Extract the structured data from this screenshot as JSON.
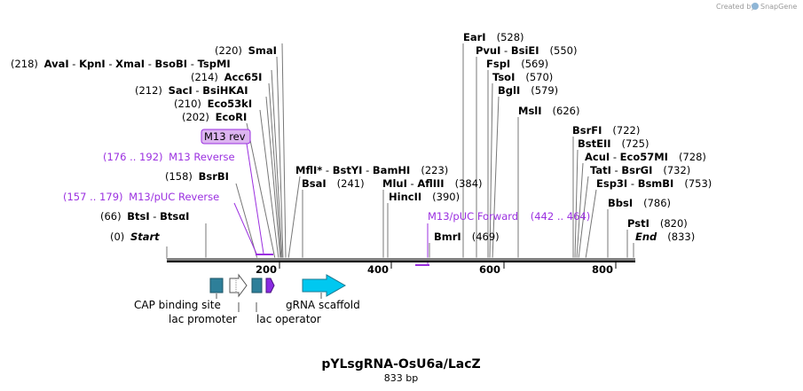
{
  "credit": {
    "prefix": "Created by",
    "brand": "SnapGene"
  },
  "title": "pYLsgRNA-OsU6a/LacZ",
  "subtitle": "833 bp",
  "ruler": {
    "ticks": [
      "200",
      "400",
      "600",
      "800"
    ]
  },
  "sites": {
    "end": {
      "name": "End",
      "pos": "(833)"
    },
    "pstI": {
      "name": "PstI",
      "pos": "(820)"
    },
    "bbsI": {
      "name": "BbsI",
      "pos": "(786)"
    },
    "esp3I": {
      "name": "Esp3I",
      "pos": "(753)",
      "alt": "BsmBI"
    },
    "tatI": {
      "name": "TatI",
      "alt": "BsrGI",
      "pos": "(732)"
    },
    "acuI": {
      "name": "AcuI",
      "alt": "Eco57MI",
      "pos": "(728)"
    },
    "bstEII": {
      "name": "BstEII",
      "pos": "(725)"
    },
    "bsrFI": {
      "name": "BsrFI",
      "pos": "(722)"
    },
    "mslI": {
      "name": "MslI",
      "pos": "(626)"
    },
    "bglI": {
      "name": "BglI",
      "pos": "(579)"
    },
    "tsoI": {
      "name": "TsoI",
      "pos": "(570)"
    },
    "fspI": {
      "name": "FspI",
      "pos": "(569)"
    },
    "pvuI": {
      "name": "PvuI",
      "alt": "BsiEI",
      "pos": "(550)"
    },
    "earI": {
      "name": "EarI",
      "pos": "(528)"
    },
    "bmrI": {
      "name": "BmrI",
      "pos": "(469)"
    },
    "hincII": {
      "name": "HincII",
      "pos": "(390)"
    },
    "mluI": {
      "name": "MluI",
      "alt": "AflIII",
      "pos": "(384)"
    },
    "mflI": {
      "name": "MflI",
      "star": "*",
      "alt1": "BstYI",
      "alt2": "BamHI",
      "pos": "(223)"
    },
    "bsaI": {
      "name": "BsaI",
      "pos": "(241)"
    },
    "smaI": {
      "name": "SmaI",
      "pos": "(220)"
    },
    "avaI": {
      "pos": "(218)",
      "name": "AvaI",
      "alt1": "KpnI",
      "alt2": "XmaI",
      "alt3": "BsoBI",
      "alt4": "TspMI"
    },
    "acc65I": {
      "pos": "(214)",
      "name": "Acc65I"
    },
    "sacI": {
      "pos": "(212)",
      "name": "SacI",
      "alt": "BsiHKAI"
    },
    "eco53kI": {
      "pos": "(210)",
      "name": "Eco53kI"
    },
    "ecoRI": {
      "pos": "(202)",
      "name": "EcoRI"
    },
    "bsrBI": {
      "pos": "(158)",
      "name": "BsrBI"
    },
    "btsI": {
      "pos": "(66)",
      "name": "BtsI",
      "alt": "BtsαI"
    },
    "start": {
      "pos": "(0)",
      "name": "Start"
    }
  },
  "primers": {
    "m13rev": {
      "label": "M13 rev"
    },
    "m13reverse": {
      "range": "(176 .. 192)",
      "name": "M13 Reverse"
    },
    "m13pucReverse": {
      "range": "(157 .. 179)",
      "name": "M13/pUC Reverse"
    },
    "m13pucForward": {
      "name": "M13/pUC Forward",
      "range": "(442 .. 464)"
    }
  },
  "features": {
    "cap": "CAP binding site",
    "lacPromoter": "lac promoter",
    "lacOperator": "lac operator",
    "grna": "gRNA scaffold"
  },
  "colors": {
    "backbone": "#000000",
    "primer": "#9b30e0",
    "primerLabelBg": "#dcb4f0",
    "capSite": "#2e7f99",
    "lacOperator": "#2e7f99",
    "lacPromoter": "#ffffff",
    "lacZalpha": "#8a2be2",
    "grnaScaffold": "#00c8f0"
  }
}
